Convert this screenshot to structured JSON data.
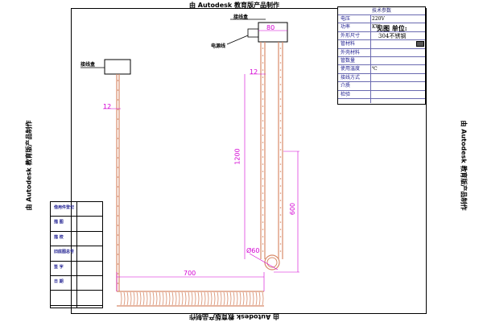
{
  "watermark": "由 Autodesk 教育版产品制作",
  "tech_table": {
    "title": "技术参数",
    "rows": [
      {
        "label": "电压",
        "value": "220V"
      },
      {
        "label": "功率",
        "value": "KW"
      },
      {
        "label": "外形尺寸",
        "value": ""
      },
      {
        "label": "管材料",
        "value": ""
      },
      {
        "label": "外壳材料",
        "value": ""
      },
      {
        "label": "管数量",
        "value": ""
      },
      {
        "label": "使用温度",
        "value": "℃"
      },
      {
        "label": "接线方式",
        "value": ""
      },
      {
        "label": "介质",
        "value": ""
      },
      {
        "label": "检验",
        "value": ""
      }
    ],
    "overlay_line1": "见图 单位:",
    "overlay_line2": "304不锈钢"
  },
  "labels": {
    "junction_box_left": "接线盒",
    "junction_box_right": "接线盒",
    "power_cord": "电源线"
  },
  "dimensions": {
    "d80": "80",
    "d12_right": "12",
    "d12_left": "12",
    "d1200": "1200",
    "d600": "600",
    "d60": "Ø60",
    "d700": "700"
  },
  "form": {
    "rows": [
      "借用件登记",
      "描 图",
      "描 校",
      "旧底图总号",
      "签 字",
      "日 期",
      ""
    ]
  },
  "colors": {
    "tube": "#d88b6a",
    "dimension": "#d400d4",
    "table_line": "#6a6ab0"
  }
}
